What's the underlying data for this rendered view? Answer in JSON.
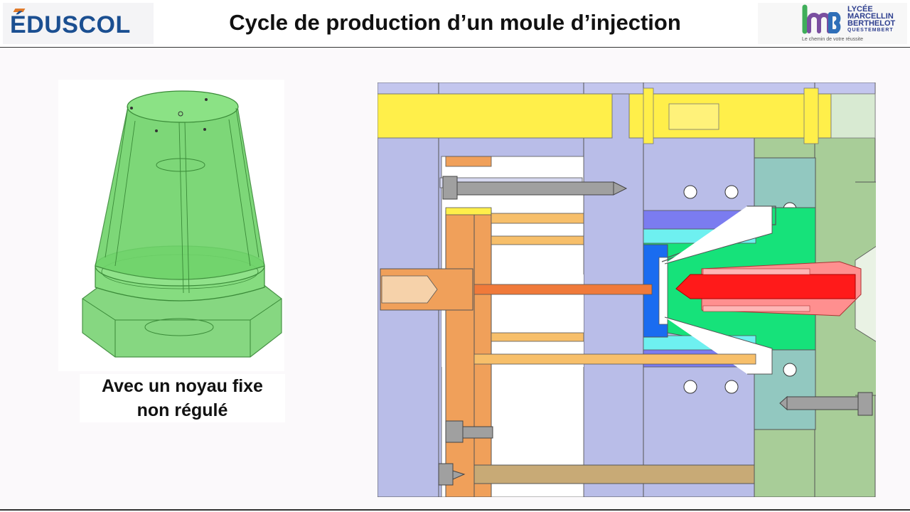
{
  "header": {
    "brand_left": "éduscol",
    "title": "Cycle de production d’un moule d’injection",
    "brand_right_lines": [
      "LYCÉE",
      "MARCELLIN",
      "BERTHELOT",
      "QUESTEMBERT"
    ],
    "brand_right_tagline": "Le chemin de votre réussite"
  },
  "left_panel": {
    "caption_line1": "Avec un noyau fixe",
    "caption_line2": "non régulé"
  },
  "colors": {
    "part_green": "#6fd36a",
    "plate_lavender": "#b9bde8",
    "ejector_orange": "#f0a05a",
    "cooling_yellow": "#ffef4a",
    "core_green": "#16e27a",
    "cavity_teal": "#92c8c0",
    "fixed_plate_green": "#a8cd98",
    "nozzle_red": "#ff1a1a",
    "insert_blue": "#1a6cf0",
    "cyan": "#6ef0f0",
    "screw_gray": "#a0a0a0",
    "rod_tan": "#c8aa76"
  }
}
